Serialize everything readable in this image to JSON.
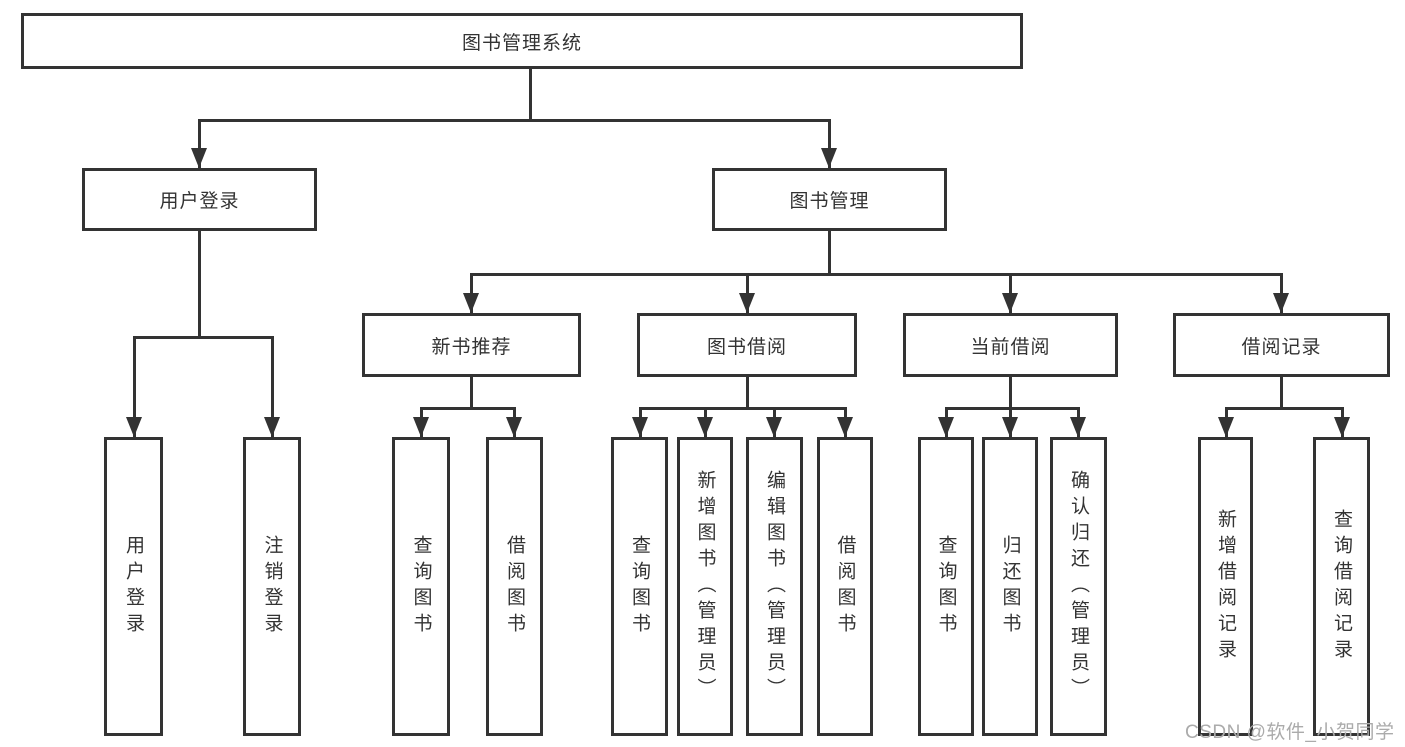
{
  "tree": {
    "root": {
      "label": "图书管理系统"
    },
    "level2": [
      {
        "label": "用户登录"
      },
      {
        "label": "图书管理"
      }
    ],
    "level3": [
      {
        "label": "新书推荐",
        "parent": "图书管理"
      },
      {
        "label": "图书借阅",
        "parent": "图书管理"
      },
      {
        "label": "当前借阅",
        "parent": "图书管理"
      },
      {
        "label": "借阅记录",
        "parent": "图书管理"
      }
    ],
    "leaves": [
      {
        "label": "用户登录",
        "parent": "用户登录"
      },
      {
        "label": "注销登录",
        "parent": "用户登录"
      },
      {
        "label": "查询图书",
        "parent": "新书推荐"
      },
      {
        "label": "借阅图书",
        "parent": "新书推荐"
      },
      {
        "label": "查询图书",
        "parent": "图书借阅"
      },
      {
        "label": "新增图书（管理员）",
        "parent": "图书借阅"
      },
      {
        "label": "编辑图书（管理员）",
        "parent": "图书借阅"
      },
      {
        "label": "借阅图书",
        "parent": "图书借阅"
      },
      {
        "label": "查询图书",
        "parent": "当前借阅"
      },
      {
        "label": "归还图书",
        "parent": "当前借阅"
      },
      {
        "label": "确认归还（管理员）",
        "parent": "当前借阅"
      },
      {
        "label": "新增借阅记录",
        "parent": "借阅记录"
      },
      {
        "label": "查询借阅记录",
        "parent": "借阅记录"
      }
    ]
  },
  "watermark": "CSDN @软件_小贺同学",
  "colors": {
    "line": "#333333",
    "text": "#333333",
    "watermark": "#ababab",
    "background": "#ffffff"
  }
}
